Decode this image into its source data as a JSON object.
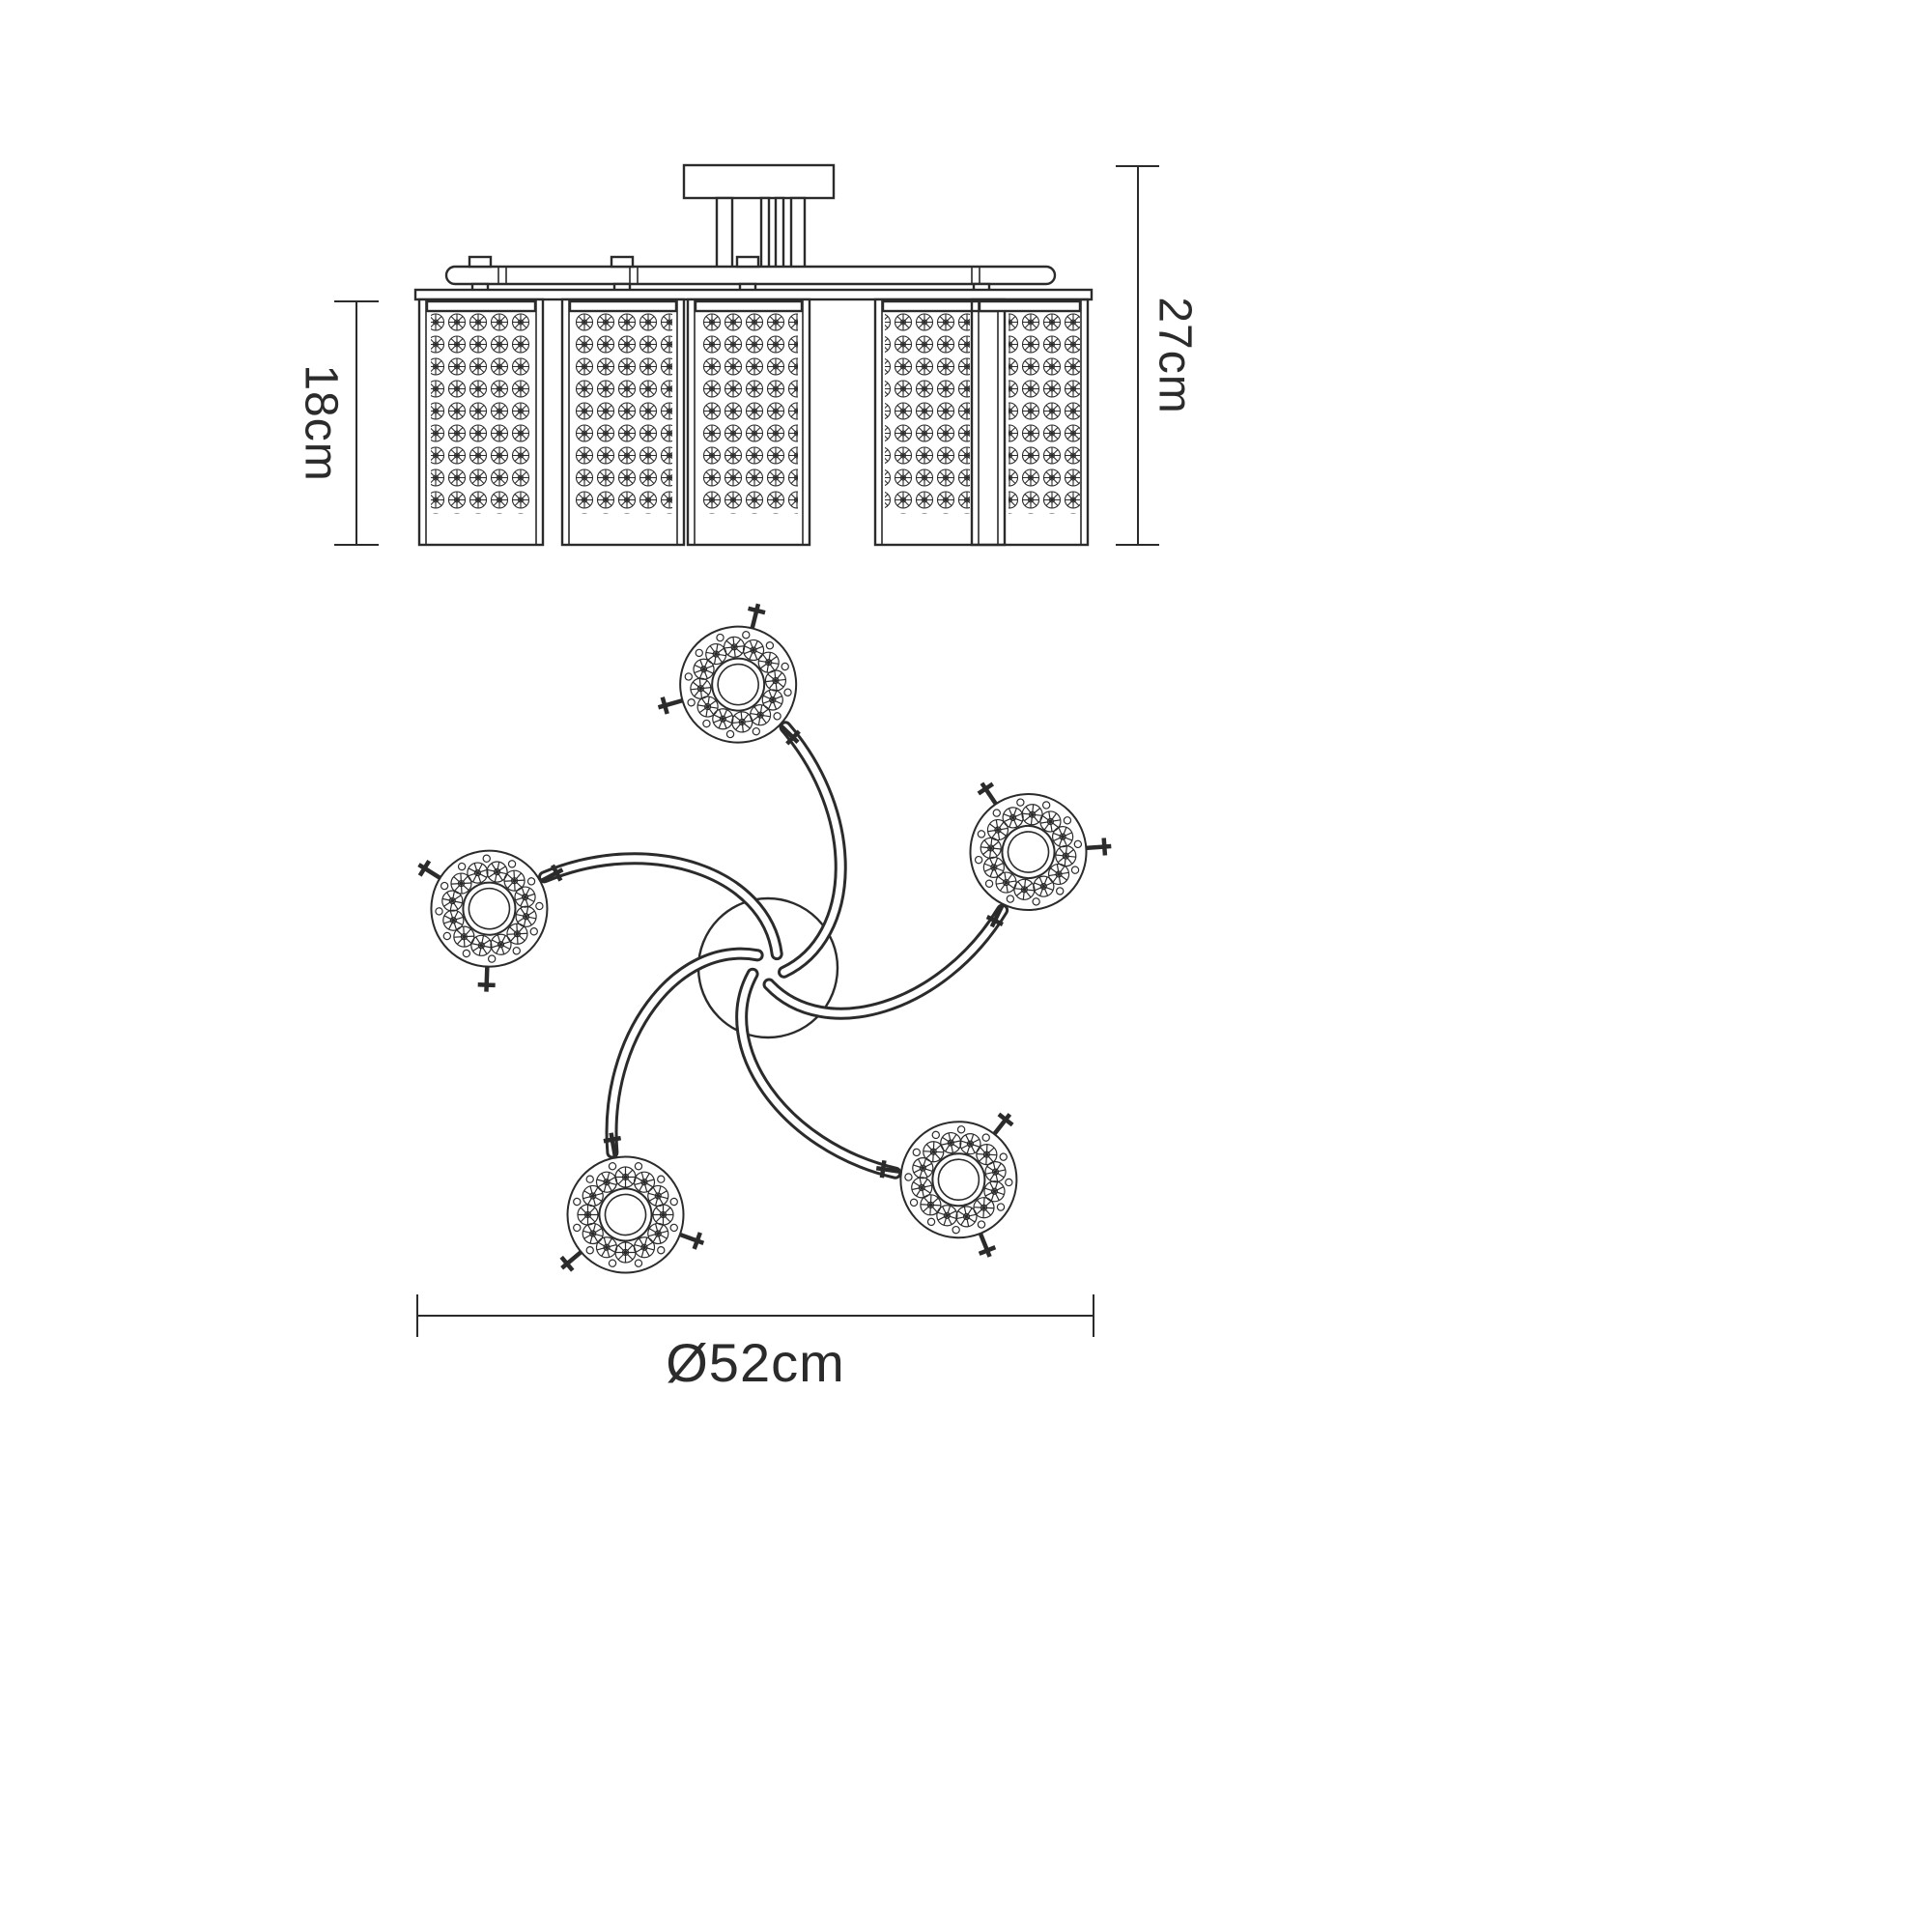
{
  "diagram": {
    "name": "ceiling-light-dimension-drawing",
    "views": {
      "top": "front elevation of 5-light semi-flush fitting with crystal drop shades",
      "bottom": "plan view with five curved arms and round crystal shade heads"
    },
    "colors": {
      "line": "#2b2b2b",
      "background": "#ffffff"
    },
    "dimensions": {
      "shade_height": "18cm",
      "overall_height": "27cm",
      "overall_diameter": "Ø52cm"
    }
  }
}
